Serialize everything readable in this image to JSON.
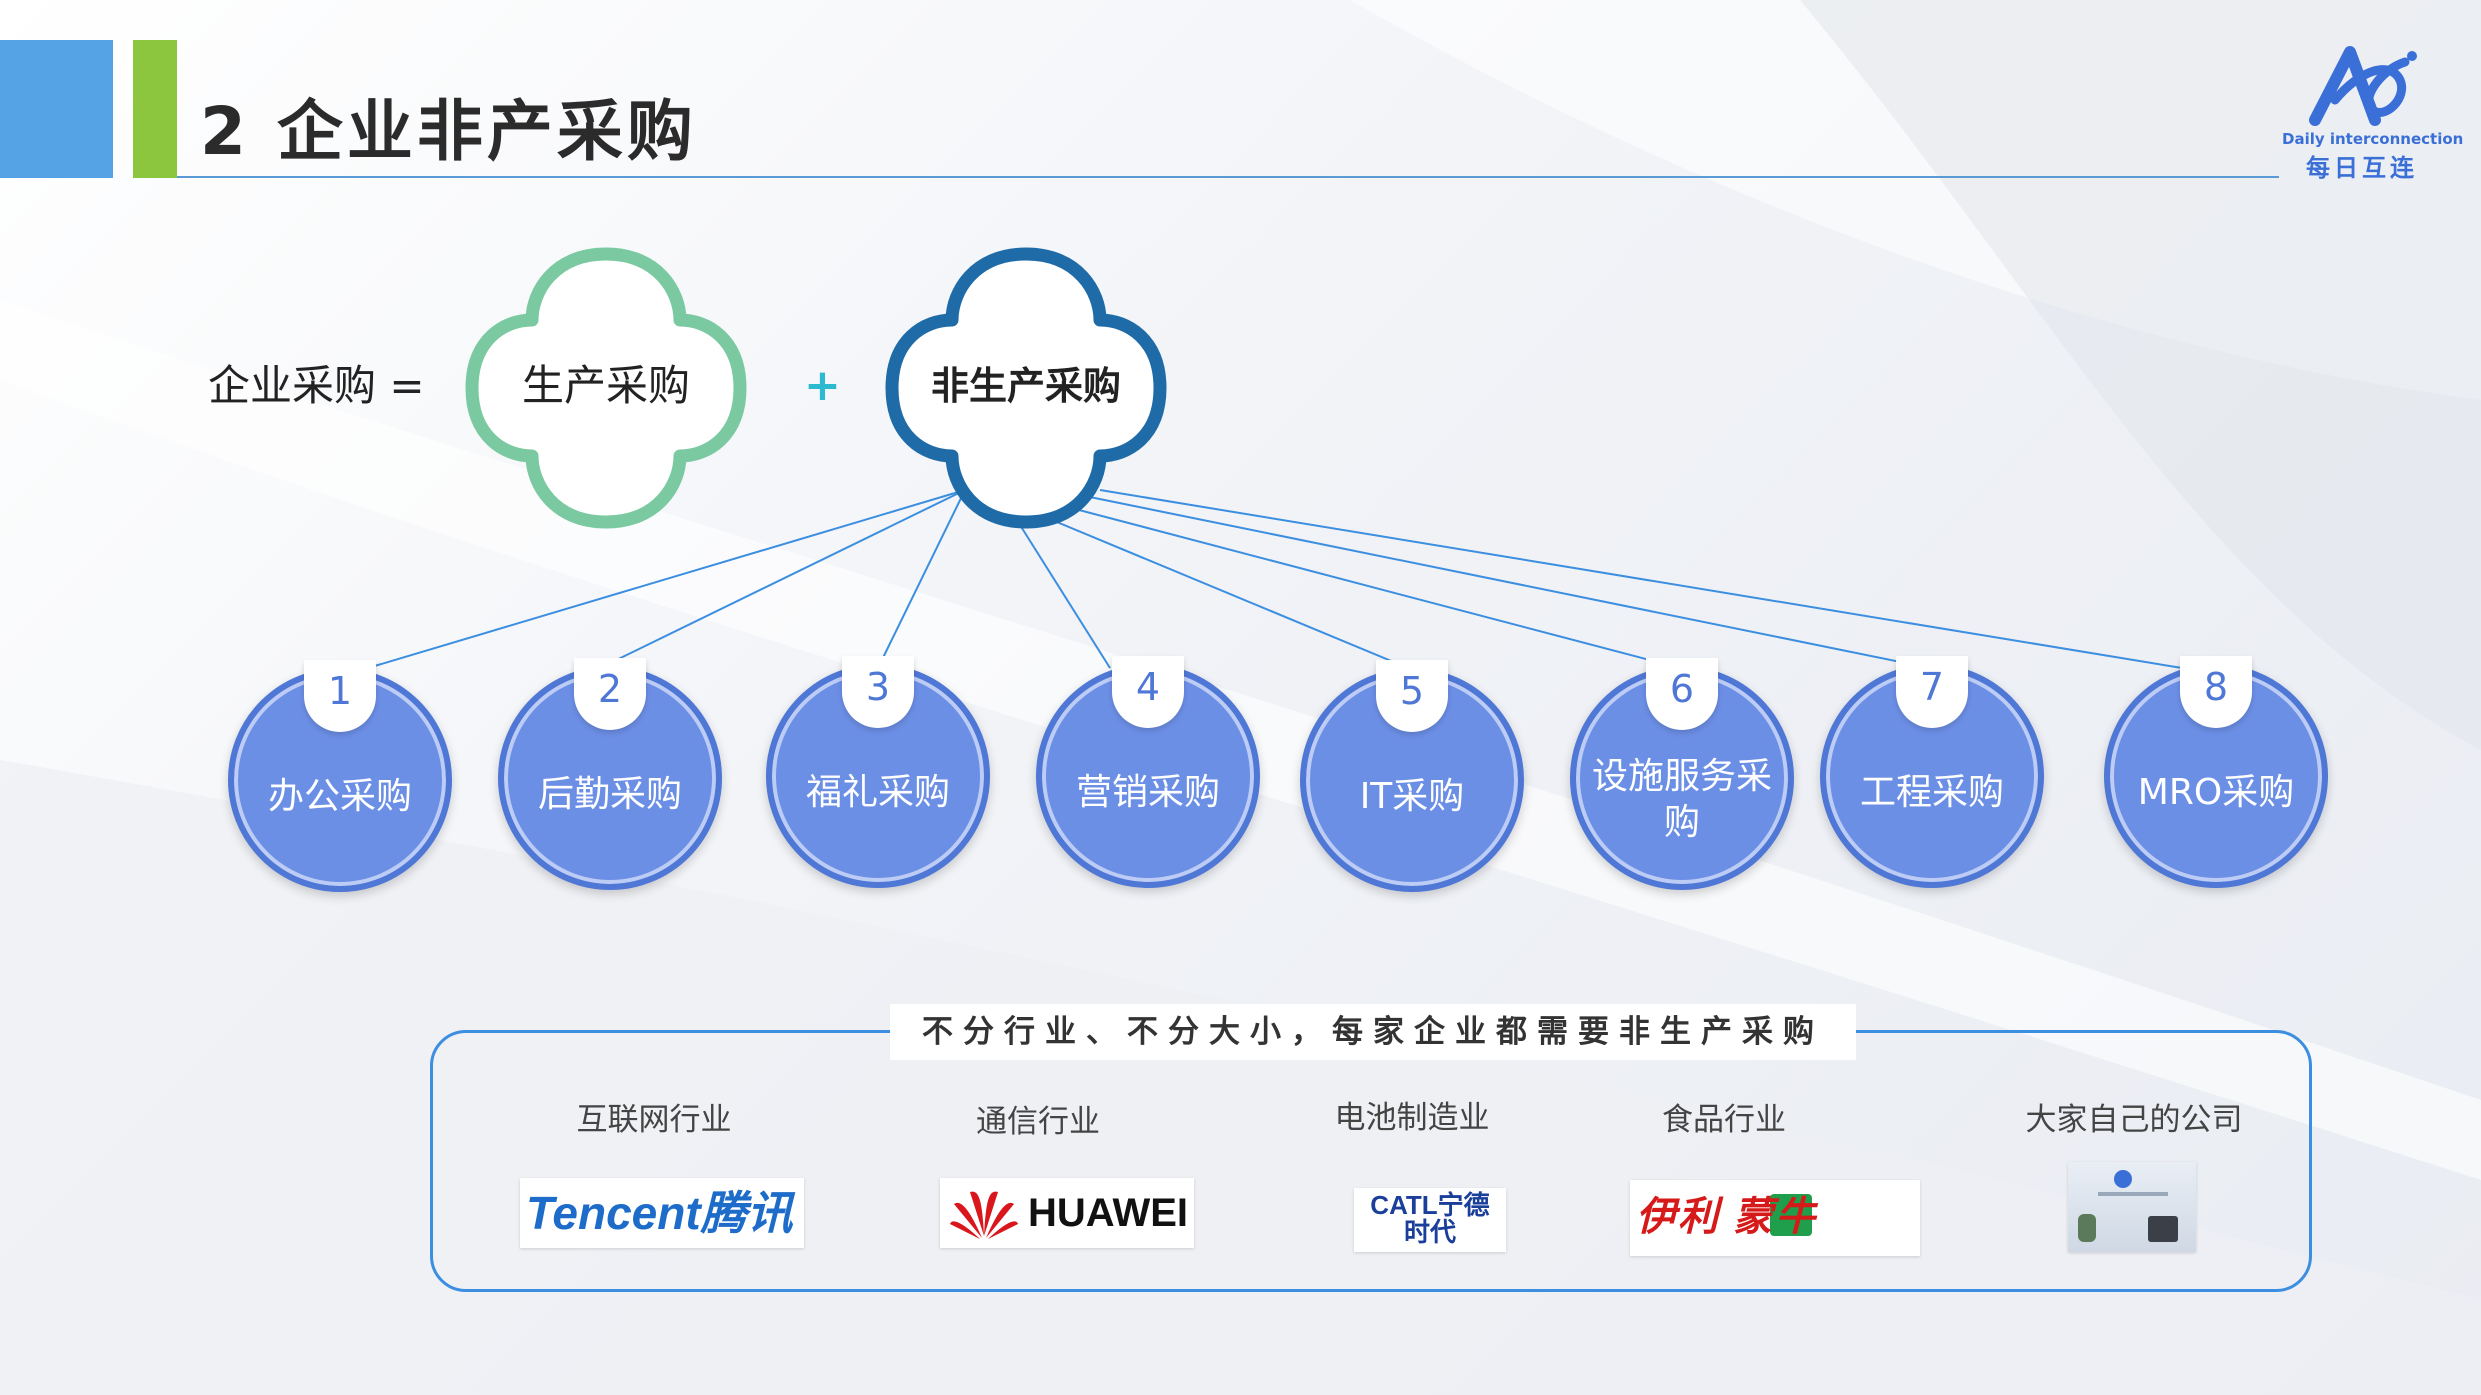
{
  "header": {
    "title": "2  企业非产采购",
    "logo_text_en": "Daily interconnection",
    "logo_text_cn": "每日互连"
  },
  "equation": {
    "label": "企业采购 =",
    "production": "生产采购",
    "operator": "+",
    "non_production": "非生产采购"
  },
  "categories": [
    {
      "num": "1",
      "label": "办公采购"
    },
    {
      "num": "2",
      "label": "后勤采购"
    },
    {
      "num": "3",
      "label": "福礼采购"
    },
    {
      "num": "4",
      "label": "营销采购"
    },
    {
      "num": "5",
      "label": "IT采购"
    },
    {
      "num": "6",
      "label": "设施服务采购"
    },
    {
      "num": "7",
      "label": "工程采购"
    },
    {
      "num": "8",
      "label": "MRO采购"
    }
  ],
  "panel": {
    "banner": "不分行业、不分大小，每家企业都需要非生产采购",
    "industries": [
      {
        "label": "互联网行业",
        "logo_text": "Tencent腾讯"
      },
      {
        "label": "通信行业",
        "logo_text": "HUAWEI"
      },
      {
        "label": "电池制造业",
        "logo_text": "CATL宁德时代"
      },
      {
        "label": "食品行业",
        "logo_text": "伊利 蒙牛"
      },
      {
        "label": "大家自己的公司",
        "logo_text": ""
      }
    ]
  },
  "colors": {
    "accent_blue": "#55a2e4",
    "accent_green": "#8cc63f",
    "production_flower": "#7ac9a0",
    "non_production_flower": "#1f6ba8",
    "node_fill": "#6c8fe6",
    "panel_border": "#3b8ee0"
  }
}
